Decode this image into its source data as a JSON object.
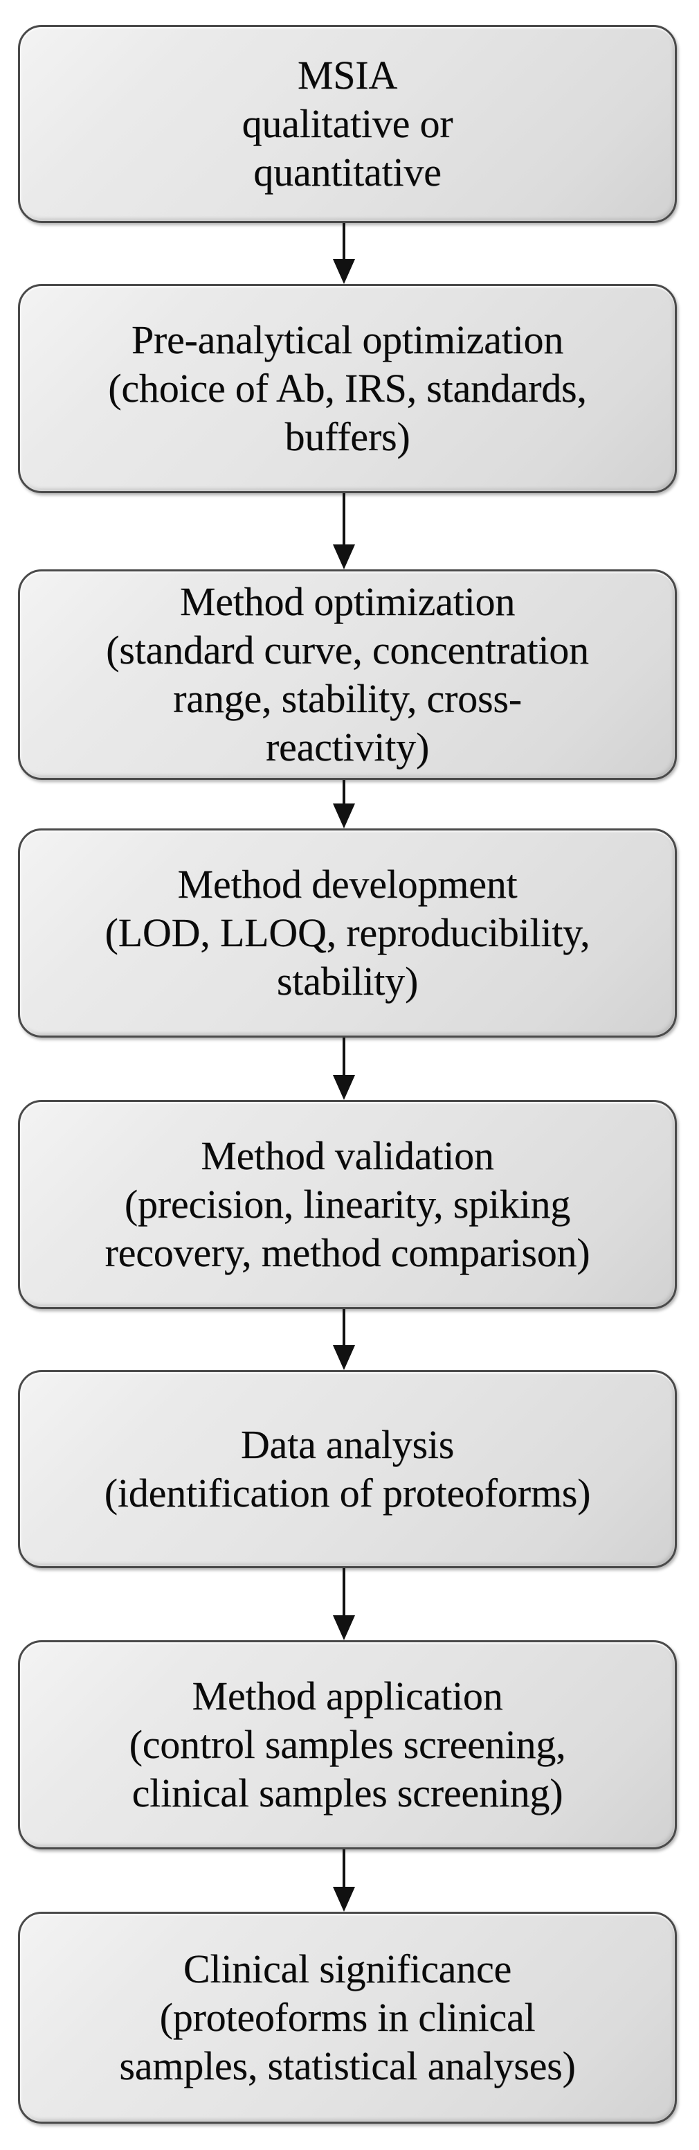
{
  "diagram": {
    "title": "MSIA method workflow flowchart",
    "orientation": "vertical-top-down",
    "node_shape": "rounded-rectangle",
    "colors": {
      "node_fill": "#e4e4e4",
      "node_border": "#4a4a4a",
      "text": "#0a0a0a",
      "arrow": "#111111",
      "background": "#ffffff"
    },
    "nodes": [
      {
        "id": "msia",
        "lines": [
          "MSIA",
          "qualitative or",
          "quantitative"
        ],
        "text": "MSIA\nqualitative or\nquantitative"
      },
      {
        "id": "pre-analytical-optimization",
        "lines": [
          "Pre-analytical optimization",
          "(choice of Ab, IRS, standards,",
          "buffers)"
        ],
        "text": "Pre-analytical optimization\n(choice of Ab, IRS, standards,\nbuffers)"
      },
      {
        "id": "method-optimization",
        "lines": [
          "Method optimization",
          "(standard curve, concentration",
          "range, stability, cross-",
          "reactivity)"
        ],
        "text": "Method optimization\n(standard curve, concentration\nrange, stability, cross-\nreactivity)"
      },
      {
        "id": "method-development",
        "lines": [
          "Method development",
          "(LOD, LLOQ, reproducibility,",
          "stability)"
        ],
        "text": "Method development\n(LOD, LLOQ, reproducibility,\nstability)"
      },
      {
        "id": "method-validation",
        "lines": [
          "Method validation",
          "(precision, linearity, spiking",
          "recovery, method comparison)"
        ],
        "text": "Method validation\n(precision, linearity, spiking\nrecovery, method comparison)"
      },
      {
        "id": "data-analysis",
        "lines": [
          "Data analysis",
          "(identification of proteoforms)"
        ],
        "text": "Data analysis\n(identification of proteoforms)"
      },
      {
        "id": "method-application",
        "lines": [
          "Method application",
          "(control samples screening,",
          "clinical samples screening)"
        ],
        "text": "Method application\n(control samples screening,\nclinical samples screening)"
      },
      {
        "id": "clinical-significance",
        "lines": [
          "Clinical significance",
          "(proteoforms in clinical",
          "samples, statistical analyses)"
        ],
        "text": "Clinical significance\n(proteoforms in clinical\nsamples, statistical analyses)"
      }
    ],
    "connectors": [
      {
        "from": "msia",
        "to": "pre-analytical-optimization",
        "style": "solid-arrow-down"
      },
      {
        "from": "pre-analytical-optimization",
        "to": "method-optimization",
        "style": "solid-arrow-down"
      },
      {
        "from": "method-optimization",
        "to": "method-development",
        "style": "solid-arrow-down"
      },
      {
        "from": "method-development",
        "to": "method-validation",
        "style": "solid-arrow-down"
      },
      {
        "from": "method-validation",
        "to": "data-analysis",
        "style": "solid-arrow-down"
      },
      {
        "from": "data-analysis",
        "to": "method-application",
        "style": "solid-arrow-down"
      },
      {
        "from": "method-application",
        "to": "clinical-significance",
        "style": "solid-arrow-down"
      }
    ]
  }
}
